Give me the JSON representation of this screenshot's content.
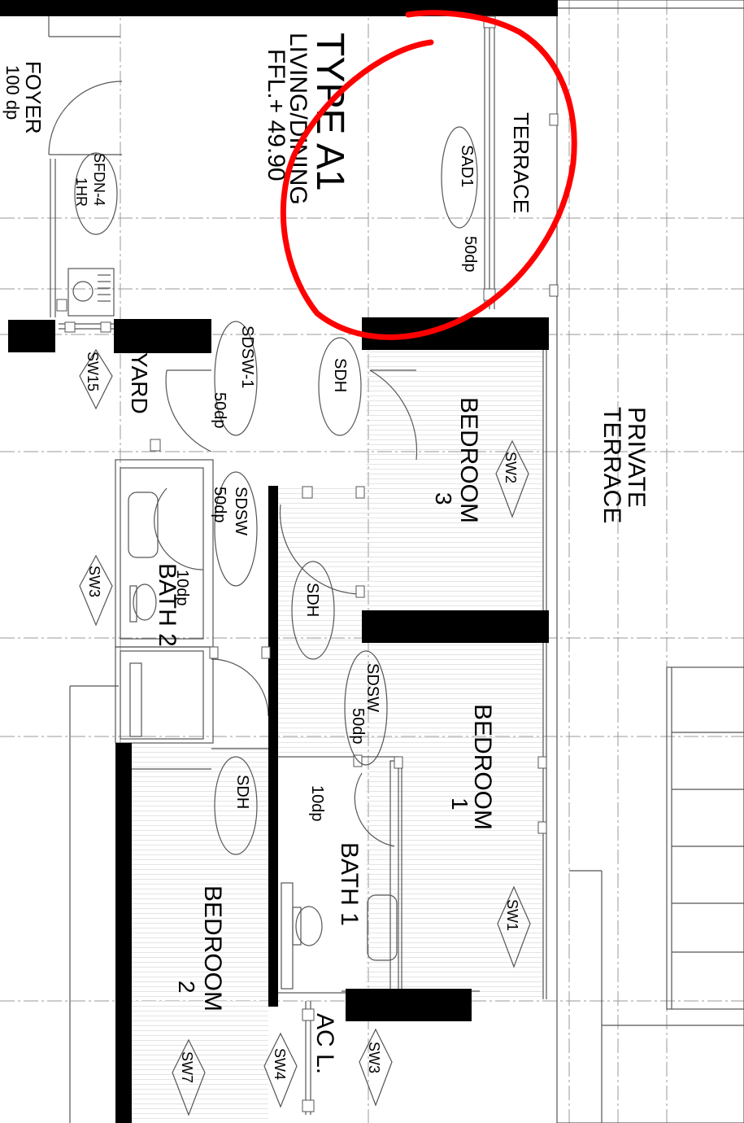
{
  "plan": {
    "unit_title": "TYPE A1",
    "rooms": {
      "living": "LIVING/DINING",
      "ffl": "FFL.+ 49.90",
      "foyer": "FOYER",
      "foyer_dp": "100 dp",
      "terrace": "TERRACE",
      "terrace_dp": "50dp",
      "private_terrace_1": "PRIVATE",
      "private_terrace_2": "TERRACE",
      "bedroom3_1": "BEDROOM",
      "bedroom3_2": "3",
      "bedroom1_1": "BEDROOM",
      "bedroom1_2": "1",
      "bedroom2_1": "BEDROOM",
      "bedroom2_2": "2",
      "bath2": "BATH 2",
      "bath2_dp": "10dp",
      "bath1": "BATH 1",
      "bath1_dp": "10dp",
      "yard": "YARD",
      "ac_ledge": "AC L."
    },
    "tags": {
      "sad1": "SAD1",
      "sfdn4_1": "SFDN-4",
      "sfdn4_2": "1HR",
      "sdsw1": "SDSW-1",
      "sdsw1_dp": "50dp",
      "sdsw_yard": "SDSW",
      "sdsw_yard_dp": "50dp",
      "sdsw_corr": "SDSW",
      "sdsw_corr_dp": "50dp",
      "sdh1": "SDH",
      "sdh2": "SDH",
      "sdh3": "SDH",
      "sw15": "SW15",
      "sw3a": "SW3",
      "sw2": "SW2",
      "sw1": "SW1",
      "sw3b": "SW3",
      "sw4": "SW4",
      "sw7": "SW7"
    }
  },
  "colors": {
    "wall": "#000000",
    "line": "#555555",
    "grid": "#9a9a9a",
    "annotation": "#ff0000"
  }
}
